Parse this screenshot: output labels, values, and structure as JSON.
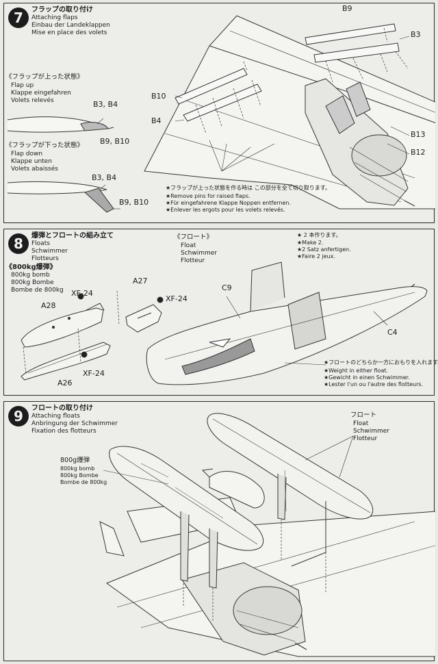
{
  "step7": {
    "number": "7",
    "title_jp": "フラップの取り付け",
    "title_en": "Attaching flaps",
    "title_de": "Einbau der Landeklappen",
    "title_fr": "Mise en place des volets",
    "flap_up": {
      "jp": "《フラップが上った状態》",
      "en": "Flap up",
      "de": "Klappe eingefahren",
      "fr": "Volets relevés",
      "parts_a": "B3, B4",
      "parts_b": "B9, B10"
    },
    "flap_down": {
      "jp": "《フラップが下った状態》",
      "en": "Flap down",
      "de": "Klappe unten",
      "fr": "Volets abaissés",
      "parts_a": "B3, B4",
      "parts_b": "B9, B10"
    },
    "labels": {
      "b9": "B9",
      "b3": "B3",
      "b10": "B10",
      "b4": "B4",
      "b13": "B13",
      "b12": "B12"
    },
    "notes": {
      "jp": "★フラップが上った状態を作る時は この部分を全て切り取ります。",
      "en": "★Remove pins for raised flaps.",
      "de": "★Für eingefahrene Klappe Noppen entfernen.",
      "fr": "★Enlever les ergots pour les volets relevés."
    }
  },
  "step8": {
    "number": "8",
    "title_jp": "爆弾とフロートの組み立て",
    "title_en": "Floats",
    "title_de": "Schwimmer",
    "title_fr": "Flotteurs",
    "bomb": {
      "jp": "《800kg爆弾》",
      "en": "800kg bomb",
      "de": "800kg Bombe",
      "fr": "Bombe de 800kg"
    },
    "float": {
      "jp": "《フロート》",
      "en": "Float",
      "de": "Schwimmer",
      "fr": "Flotteur"
    },
    "make2": {
      "jp": "★ 2 本作ります。",
      "en": "★Make 2.",
      "de": "★2 Satz anfertigen.",
      "fr": "★Faire 2 jeux."
    },
    "weight": {
      "jp": "★フロートのどちらか一方におもりを入れます。",
      "en": "★Weight in either float.",
      "de": "★Gewicht in einen Schwimmer.",
      "fr": "★Lester l'un ou l'autre des flotteurs."
    },
    "labels": {
      "xf24_a": "XF-24",
      "xf24_b": "XF-24",
      "xf24_c": "XF-24",
      "a27": "A27",
      "a28": "A28",
      "a26": "A26",
      "c9": "C9",
      "c4": "C4"
    }
  },
  "step9": {
    "number": "9",
    "title_jp": "フロートの取り付け",
    "title_en": "Attaching floats",
    "title_de": "Anbringung der Schwimmer",
    "title_fr": "Fixation des flotteurs",
    "float": {
      "jp": "フロート",
      "en": "Float",
      "de": "Schwimmer",
      "fr": "Flotteur"
    },
    "bomb": {
      "jp": "800g爆弾",
      "en": "800kg bomb",
      "de": "800kg Bombe",
      "fr": "Bombe de 800kg"
    }
  }
}
